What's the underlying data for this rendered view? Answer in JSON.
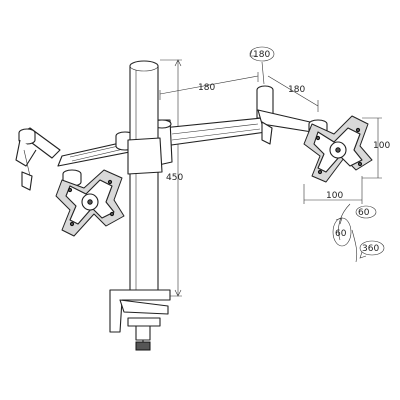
{
  "diagram": {
    "dimensions": {
      "rotation_top": "180",
      "arm_left": "180",
      "arm_right": "180",
      "pole_height": "450",
      "vesa_height": "100",
      "vesa_width": "100",
      "tilt_up": "60",
      "tilt_down": "60",
      "rotation_full": "360"
    },
    "colors": {
      "line": "#222222",
      "fill": "#ffffff",
      "shade": "#d9d9d9"
    }
  }
}
